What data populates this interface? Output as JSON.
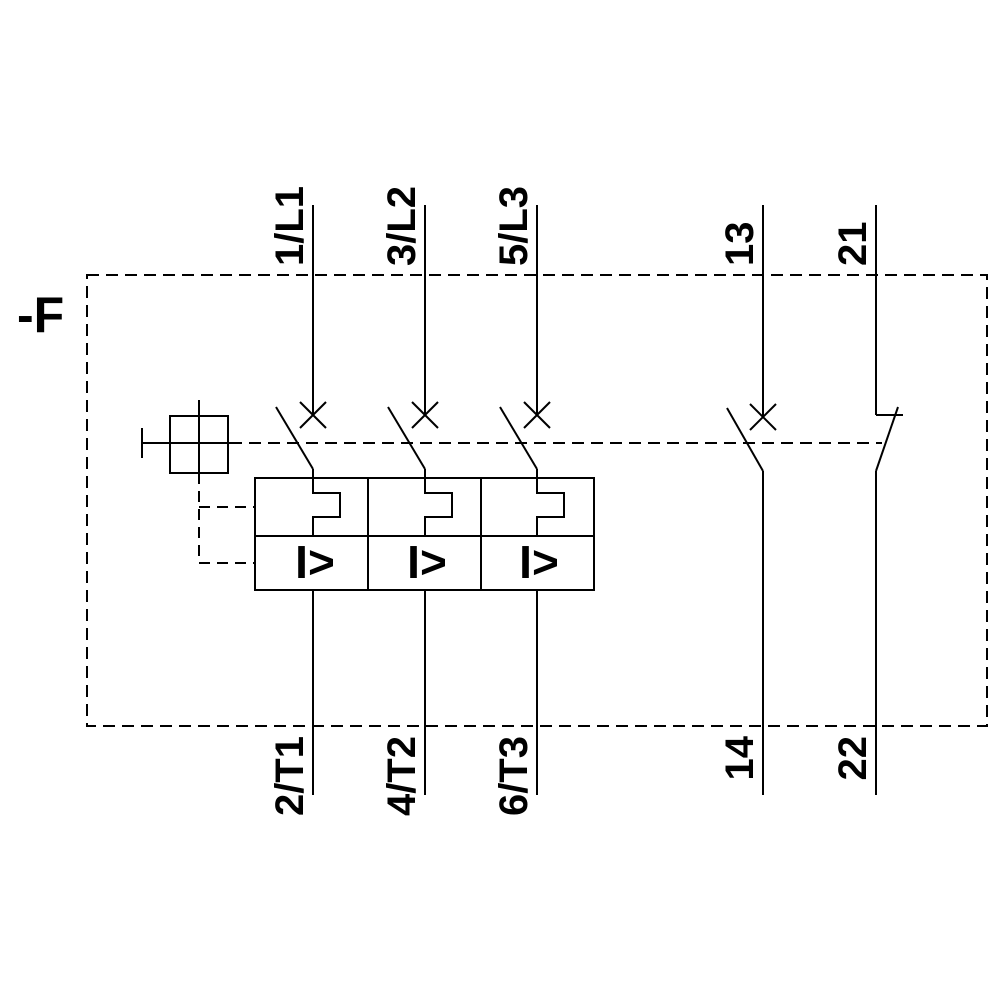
{
  "device": {
    "designation": "-F"
  },
  "terminals": {
    "top": [
      {
        "label": "1/L1"
      },
      {
        "label": "3/L2"
      },
      {
        "label": "5/L3"
      },
      {
        "label": "13"
      },
      {
        "label": "21"
      }
    ],
    "bottom": [
      {
        "label": "2/T1"
      },
      {
        "label": "4/T2"
      },
      {
        "label": "6/T3"
      },
      {
        "label": "14"
      },
      {
        "label": "22"
      }
    ]
  },
  "symbols": {
    "overcurrent_release": "I>"
  },
  "colors": {
    "line": "#000000",
    "background": "#ffffff",
    "text": "#000000"
  }
}
